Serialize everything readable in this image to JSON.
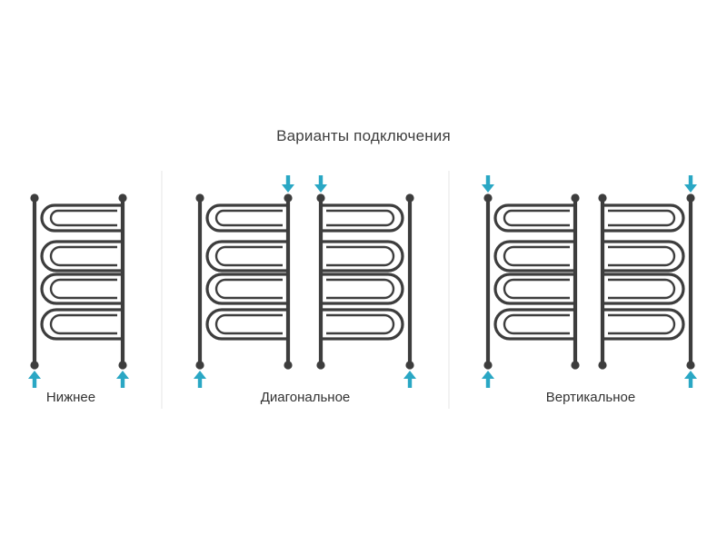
{
  "title": "Варианты подключения",
  "groups": [
    {
      "label": "Нижнее"
    },
    {
      "label": "Диагональное"
    },
    {
      "label": "Вертикальное"
    }
  ],
  "colors": {
    "pipe": "#3d3d3d",
    "arrow": "#2aa7c4",
    "divider": "#e6e6e6",
    "text": "#3a3a3a"
  }
}
